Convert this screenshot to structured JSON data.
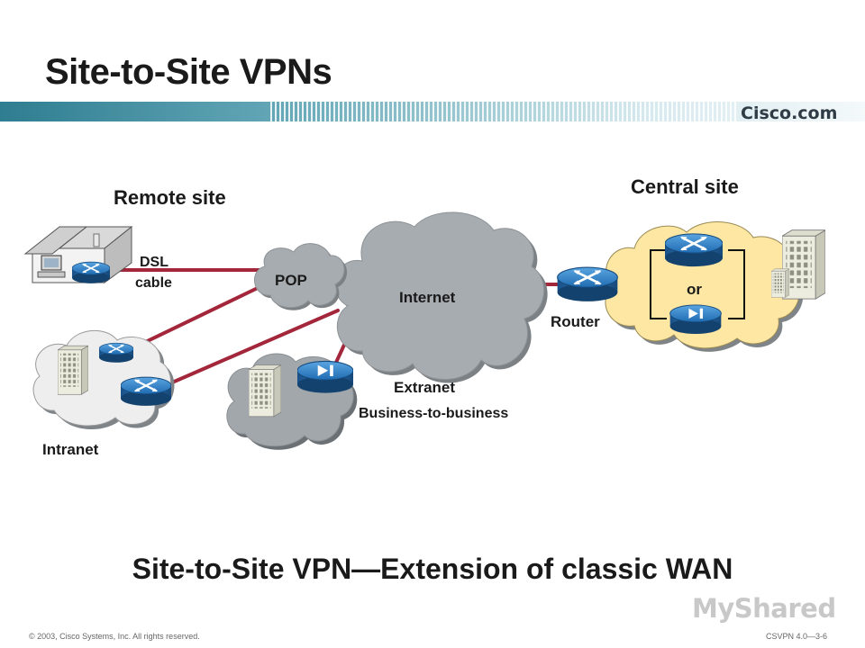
{
  "slide": {
    "title": "Site-to-Site VPNs",
    "subtitle": "Site-to-Site VPN—Extension of classic WAN",
    "brand": "Cisco.com",
    "copyright": "© 2003, Cisco Systems, Inc. All rights reserved.",
    "course_code": "CSVPN 4.0—3-6",
    "watermark": "MyShared"
  },
  "diagram": {
    "remote_site": "Remote site",
    "central_site": "Central site",
    "dsl": "DSL",
    "cable": "cable",
    "pop": "POP",
    "internet": "Internet",
    "router": "Router",
    "or": "or",
    "extranet": "Extranet",
    "b2b": "Business-to-business",
    "intranet": "Intranet"
  },
  "colors": {
    "link": "#a3263a",
    "cloud_gray": "#a7acb0",
    "cloud_white": "#eeeeee",
    "cloud_yellow": "#fde7a2",
    "device_blue": "#1c5f9e"
  }
}
